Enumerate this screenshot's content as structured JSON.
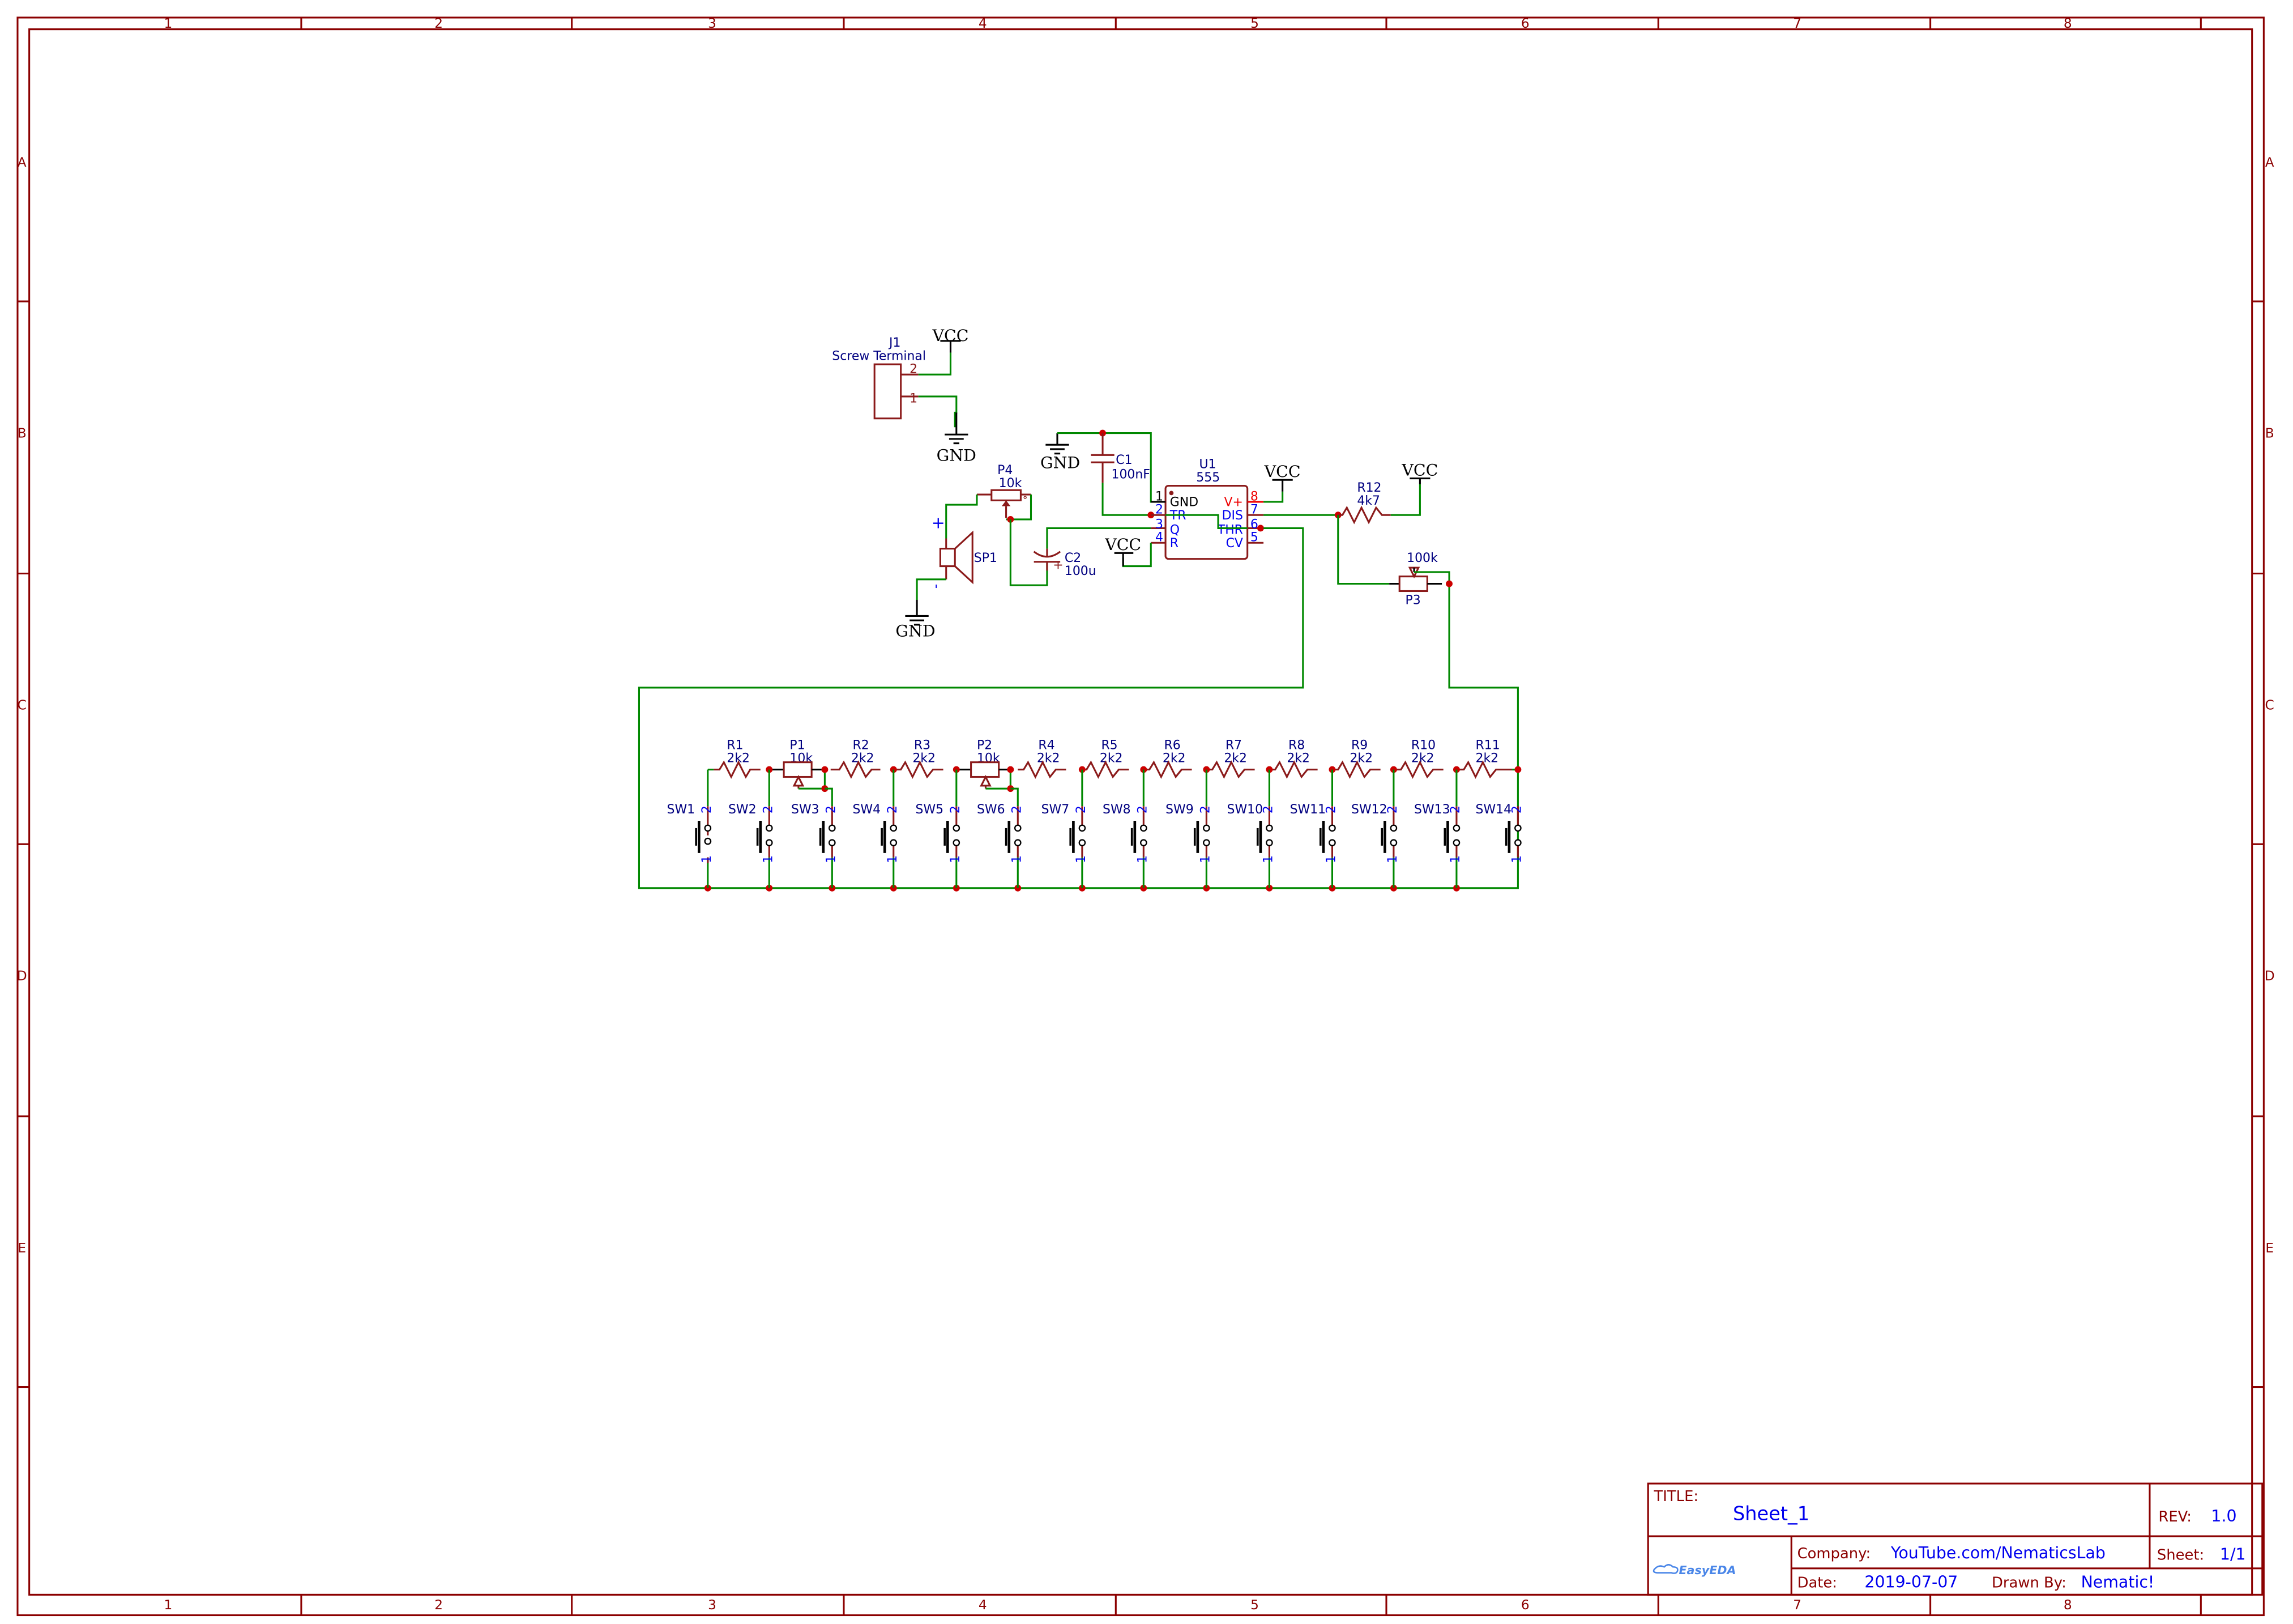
{
  "frame": {
    "columns": [
      "1",
      "2",
      "3",
      "4",
      "5",
      "6",
      "7",
      "8"
    ],
    "rows": [
      "A",
      "B",
      "C",
      "D",
      "E"
    ],
    "color": "#8b0000"
  },
  "colors": {
    "wire": "#008800",
    "part": "#8b1a1a",
    "junction": "#cc0000",
    "label": "#000080",
    "pin_number": "#0000ee"
  },
  "components": {
    "J1": {
      "ref": "J1",
      "value": "Screw Terminal",
      "pins": [
        "2",
        "1"
      ]
    },
    "U1": {
      "ref": "U1",
      "value": "555",
      "pins_left": [
        {
          "num": "1",
          "name": "GND"
        },
        {
          "num": "2",
          "name": "TR"
        },
        {
          "num": "3",
          "name": "Q"
        },
        {
          "num": "4",
          "name": "R"
        }
      ],
      "pins_right": [
        {
          "num": "8",
          "name": "V+"
        },
        {
          "num": "7",
          "name": "DIS"
        },
        {
          "num": "6",
          "name": "THR"
        },
        {
          "num": "5",
          "name": "CV"
        }
      ]
    },
    "C1": {
      "ref": "C1",
      "value": "100nF"
    },
    "C2": {
      "ref": "C2",
      "value": "100u",
      "polarity": "+"
    },
    "P4": {
      "ref": "P4",
      "value": "10k"
    },
    "SP1": {
      "ref": "SP1",
      "plus": "+",
      "minus": "'"
    },
    "R12": {
      "ref": "R12",
      "value": "4k7"
    },
    "P3": {
      "ref": "P3",
      "value": "100k"
    }
  },
  "power": {
    "vcc": "VCC",
    "gnd": "GND"
  },
  "ladder": {
    "elements": [
      {
        "ref": "R1",
        "value": "2k2"
      },
      {
        "ref": "P1",
        "value": "10k"
      },
      {
        "ref": "R2",
        "value": "2k2"
      },
      {
        "ref": "R3",
        "value": "2k2"
      },
      {
        "ref": "P2",
        "value": "10k"
      },
      {
        "ref": "R4",
        "value": "2k2"
      },
      {
        "ref": "R5",
        "value": "2k2"
      },
      {
        "ref": "R6",
        "value": "2k2"
      },
      {
        "ref": "R7",
        "value": "2k2"
      },
      {
        "ref": "R8",
        "value": "2k2"
      },
      {
        "ref": "R9",
        "value": "2k2"
      },
      {
        "ref": "R10",
        "value": "2k2"
      },
      {
        "ref": "R11",
        "value": "2k2"
      }
    ],
    "switches": [
      "SW1",
      "SW2",
      "SW3",
      "SW4",
      "SW5",
      "SW6",
      "SW7",
      "SW8",
      "SW9",
      "SW10",
      "SW11",
      "SW12",
      "SW13",
      "SW14"
    ],
    "switch_pin_top": "2",
    "switch_pin_bottom": "1"
  },
  "title_block": {
    "title_label": "TITLE:",
    "title": "Sheet_1",
    "rev_label": "REV:",
    "rev": "1.0",
    "company_label": "Company:",
    "company": "YouTube.com/NematicsLab",
    "sheet_label": "Sheet:",
    "sheet": "1/1",
    "date_label": "Date:",
    "date": "2019-07-07",
    "drawn_by_label": "Drawn By:",
    "drawn_by": "Nematic!",
    "logo": "EasyEDA"
  }
}
